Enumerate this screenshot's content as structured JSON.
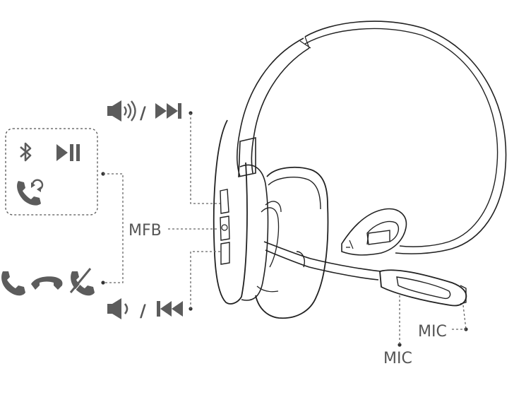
{
  "labels": {
    "mfb": "MFB",
    "mic_right": "MIC",
    "mic_bottom": "MIC",
    "slash_top": "/",
    "slash_bottom": "/"
  },
  "icons": {
    "top_button": [
      "volume-up-icon",
      "next-track-icon"
    ],
    "bottom_button": [
      "volume-down-icon",
      "previous-track-icon"
    ],
    "mfb_box": [
      "bluetooth-icon",
      "play-pause-icon",
      "redial-icon"
    ],
    "mfb_row": [
      "answer-call-icon",
      "end-call-icon",
      "reject-call-icon"
    ]
  },
  "colors": {
    "icon_gray": "#5c5c5c",
    "line": "#222222",
    "leader": "#666666"
  }
}
